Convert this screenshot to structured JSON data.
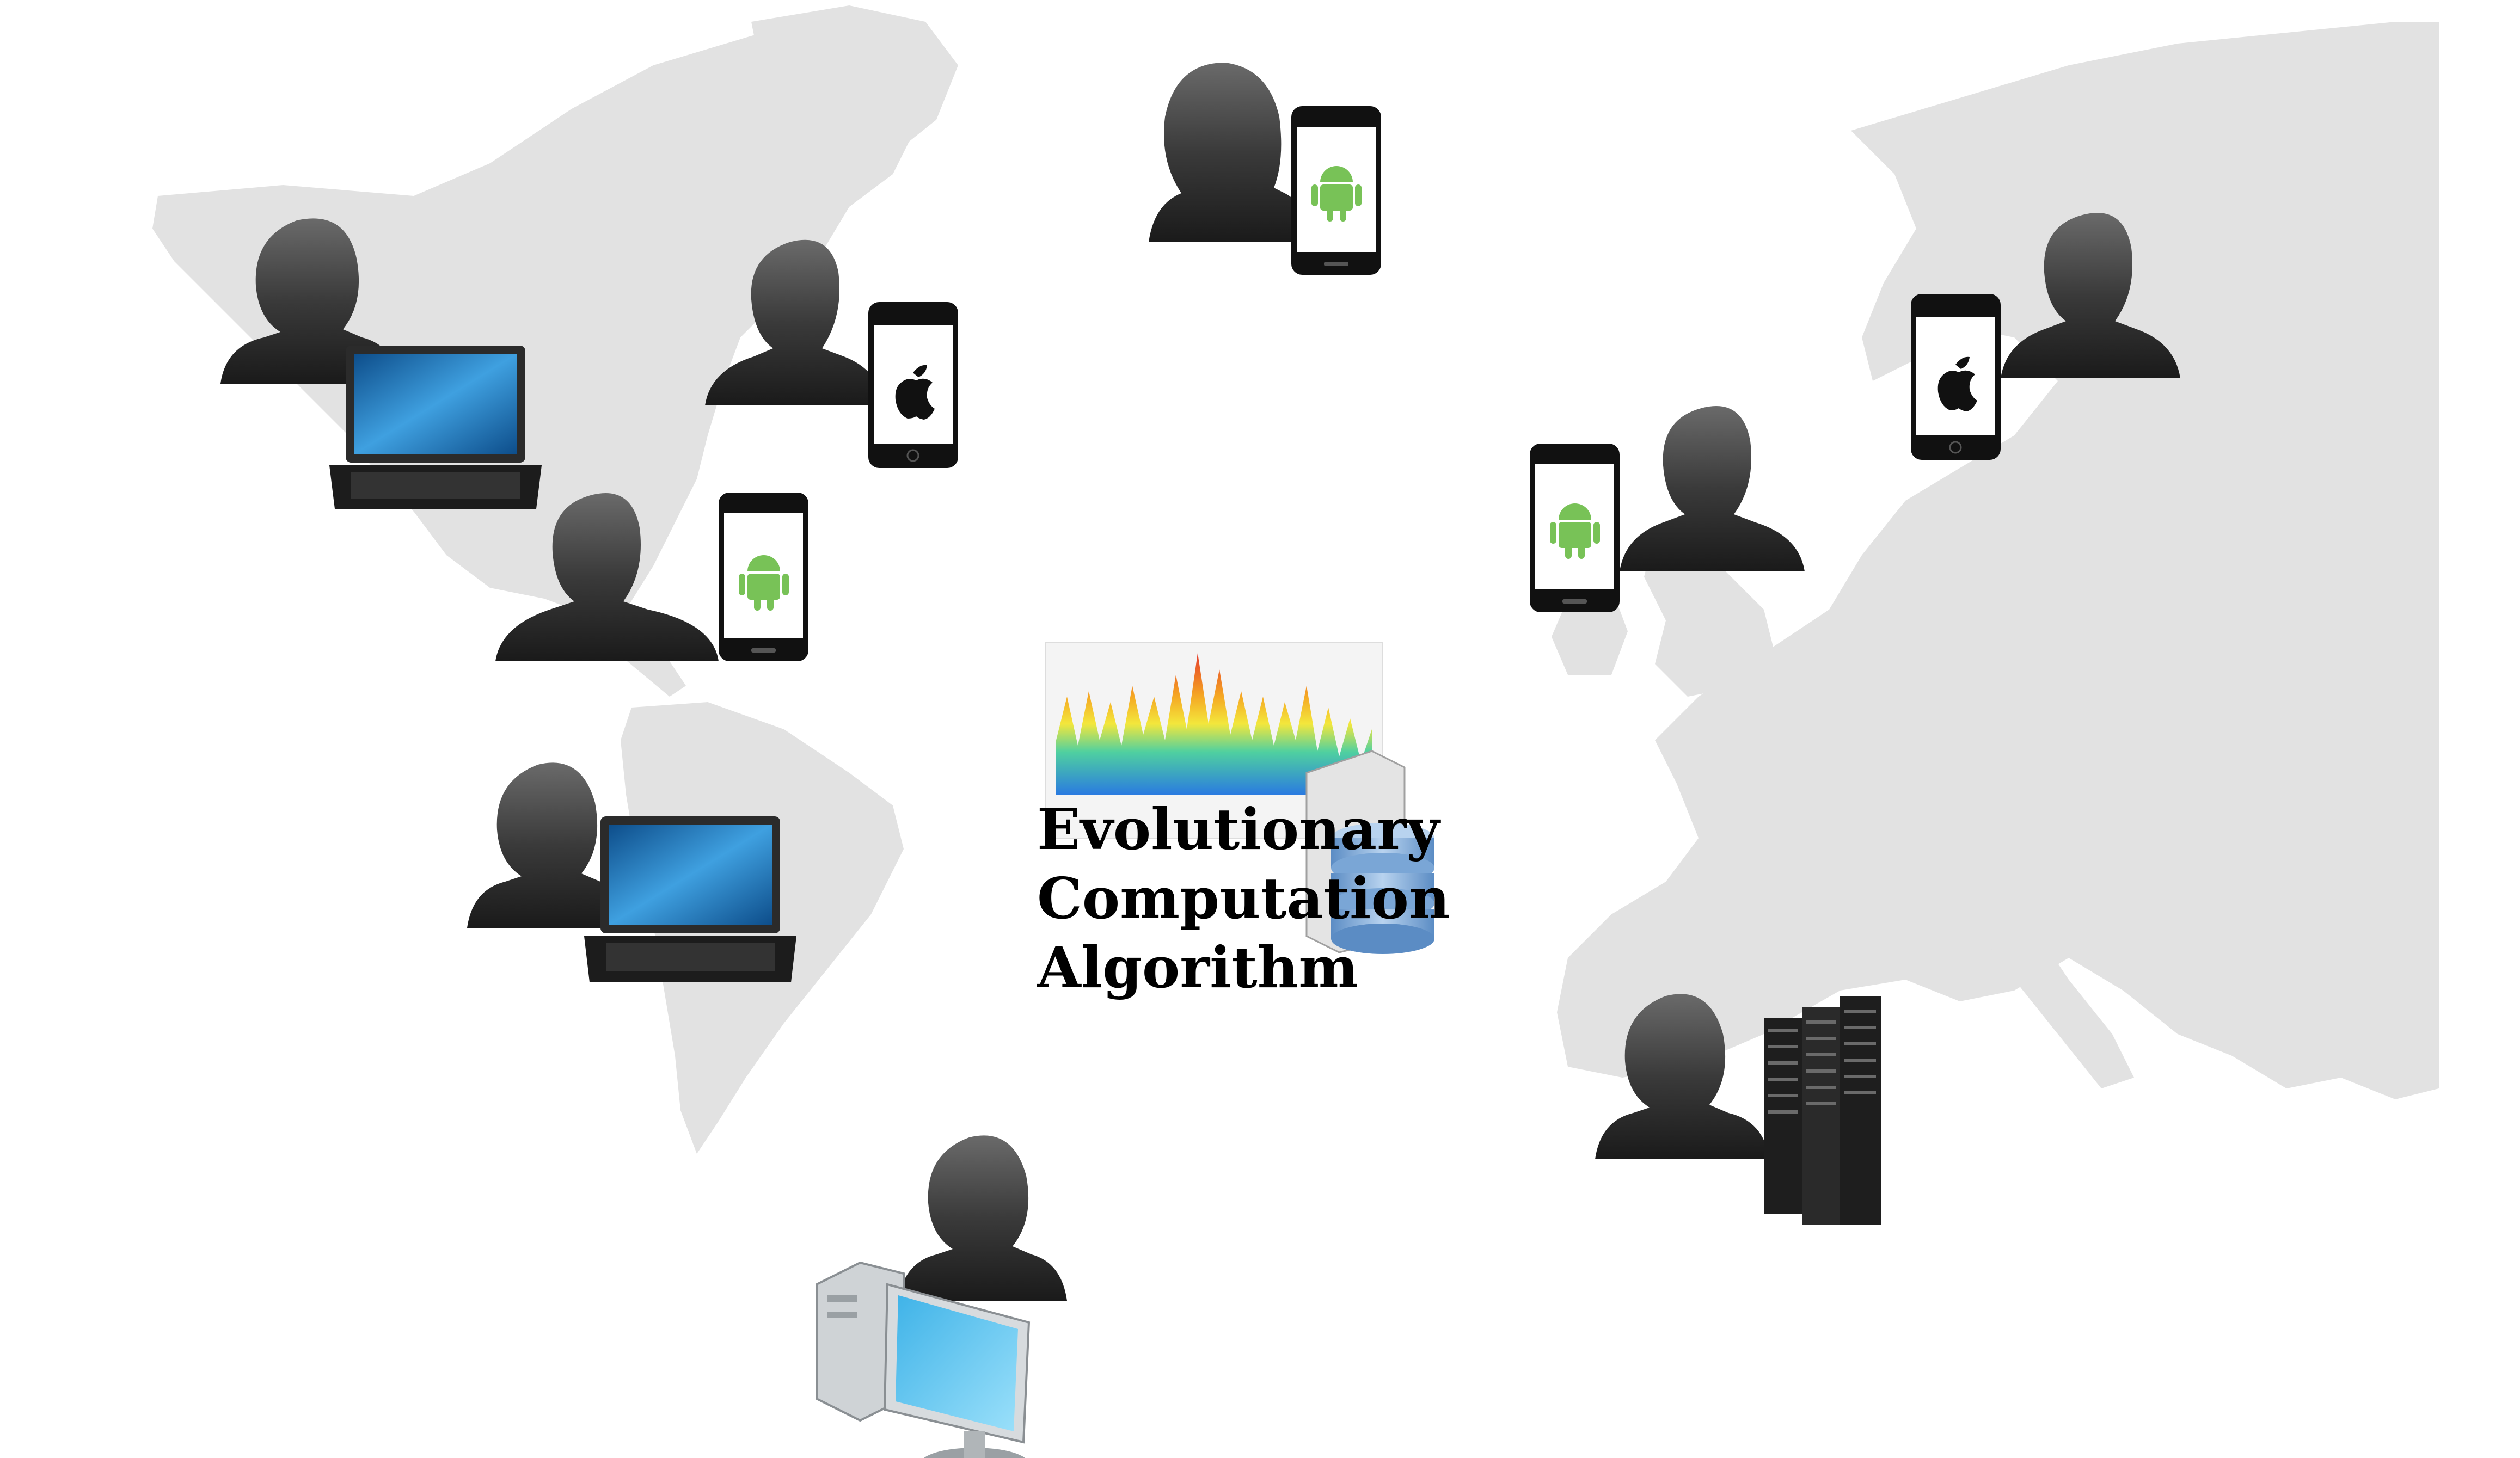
{
  "center": {
    "line1": "Evolutionary",
    "line2": "Computation",
    "line3": "Algorithm"
  },
  "nodes": [
    {
      "name": "user-laptop-north-america",
      "person": "female",
      "device": "laptop"
    },
    {
      "name": "user-iphone-canada",
      "person": "male",
      "device": "iphone"
    },
    {
      "name": "user-android-usa",
      "person": "male",
      "device": "android-phone"
    },
    {
      "name": "user-android-greenland",
      "person": "female",
      "device": "android-phone"
    },
    {
      "name": "user-laptop-south-america",
      "person": "female",
      "device": "laptop"
    },
    {
      "name": "user-desktop-atlantic",
      "person": "female",
      "device": "desktop-pc"
    },
    {
      "name": "user-android-uk",
      "person": "male",
      "device": "android-phone"
    },
    {
      "name": "user-iphone-scandinavia",
      "person": "male",
      "device": "iphone"
    },
    {
      "name": "user-server-europe",
      "person": "female",
      "device": "server-rack"
    }
  ],
  "colors": {
    "map": "#e2e2e2",
    "silhouette": "#3a3a3a",
    "android": "#78c257",
    "laptop_screen": "#2d86c9",
    "database": "#7aa6d6"
  }
}
